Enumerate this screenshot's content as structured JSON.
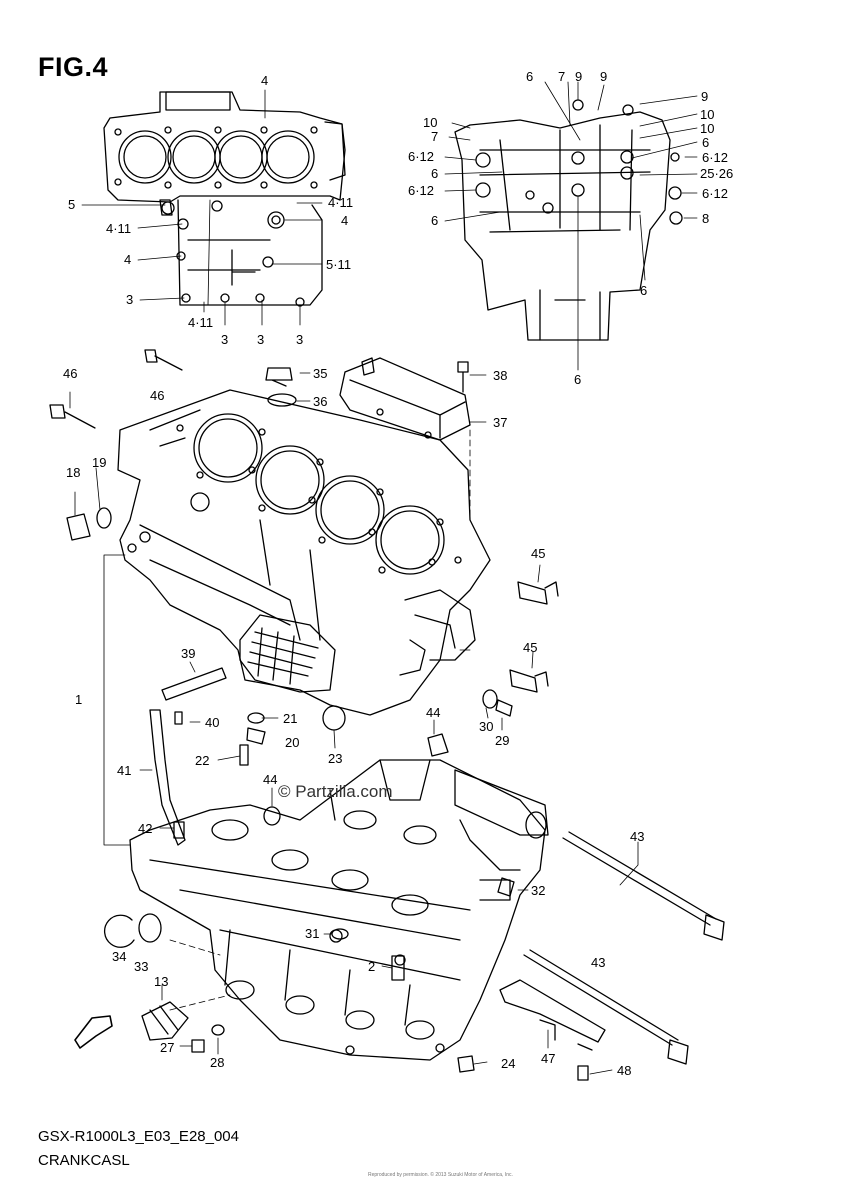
{
  "figure_label": "FIG.4",
  "diagram_code": "GSX-R1000L3_E03_E28_004",
  "diagram_name": "CRANKCASL",
  "watermark": "© Partzilla.com",
  "footer": "Reproduced by permission. © 2013 Suzuki Motor of America, Inc.",
  "callouts": [
    {
      "text": "4"
    },
    {
      "text": "5"
    },
    {
      "text": "4·11"
    },
    {
      "text": "4·11"
    },
    {
      "text": "4"
    },
    {
      "text": "4"
    },
    {
      "text": "5·11"
    },
    {
      "text": "3"
    },
    {
      "text": "4·11"
    },
    {
      "text": "3"
    },
    {
      "text": "3"
    },
    {
      "text": "3"
    },
    {
      "text": "6"
    },
    {
      "text": "7"
    },
    {
      "text": "9"
    },
    {
      "text": "9"
    },
    {
      "text": "9"
    },
    {
      "text": "10"
    },
    {
      "text": "10"
    },
    {
      "text": "10"
    },
    {
      "text": "7"
    },
    {
      "text": "6"
    },
    {
      "text": "6·12"
    },
    {
      "text": "6·12"
    },
    {
      "text": "6"
    },
    {
      "text": "25·26"
    },
    {
      "text": "6·12"
    },
    {
      "text": "6·12"
    },
    {
      "text": "6"
    },
    {
      "text": "8"
    },
    {
      "text": "6"
    },
    {
      "text": "6"
    },
    {
      "text": "6"
    },
    {
      "text": "46"
    },
    {
      "text": "46"
    },
    {
      "text": "35"
    },
    {
      "text": "36"
    },
    {
      "text": "38"
    },
    {
      "text": "37"
    },
    {
      "text": "18"
    },
    {
      "text": "19"
    },
    {
      "text": "45"
    },
    {
      "text": "45"
    },
    {
      "text": "1"
    },
    {
      "text": "39"
    },
    {
      "text": "40"
    },
    {
      "text": "21"
    },
    {
      "text": "20"
    },
    {
      "text": "22"
    },
    {
      "text": "23"
    },
    {
      "text": "44"
    },
    {
      "text": "30"
    },
    {
      "text": "29"
    },
    {
      "text": "41"
    },
    {
      "text": "44"
    },
    {
      "text": "42"
    },
    {
      "text": "43"
    },
    {
      "text": "32"
    },
    {
      "text": "31"
    },
    {
      "text": "2"
    },
    {
      "text": "34"
    },
    {
      "text": "33"
    },
    {
      "text": "13"
    },
    {
      "text": "43"
    },
    {
      "text": "27"
    },
    {
      "text": "28"
    },
    {
      "text": "47"
    },
    {
      "text": "24"
    },
    {
      "text": "48"
    }
  ]
}
